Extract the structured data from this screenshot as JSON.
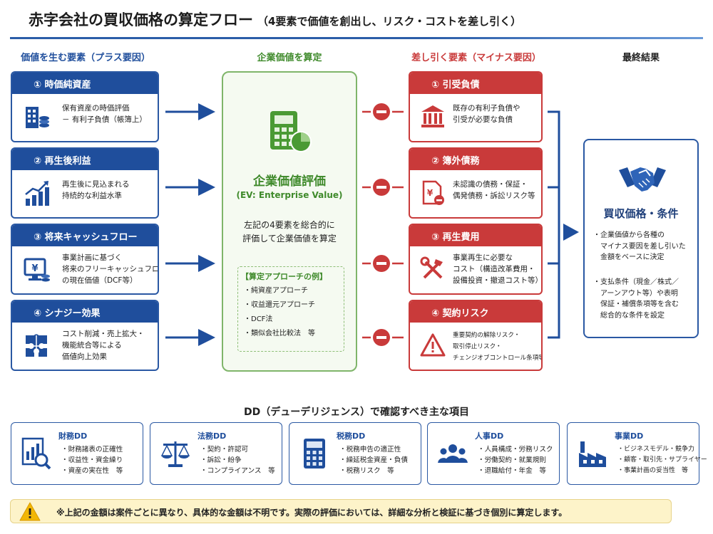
{
  "title": "赤字会社の買収価格の算定フロー",
  "subtitle": "（4要素で価値を創出し、リスク・コストを差し引く）",
  "columns": {
    "plus": "価値を生む要素（プラス要因）",
    "center": "企業価値を算定",
    "minus": "差し引く要素（マイナス要因）",
    "final": "最終結果"
  },
  "plus_items": [
    {
      "label": "① 時価純資産",
      "lines": [
        "保有資産の時価評価",
        "－ 有利子負債（帳簿上）"
      ]
    },
    {
      "label": "② 再生後利益",
      "lines": [
        "再生後に見込まれる",
        "持続的な利益水準"
      ]
    },
    {
      "label": "③ 将来キャッシュフロー",
      "lines": [
        "事業計画に基づく",
        "将来のフリーキャッシュフロー",
        "の現在価値（DCF等）"
      ]
    },
    {
      "label": "④ シナジー効果",
      "lines": [
        "コスト削減・売上拡大・",
        "機能統合等による",
        "価値向上効果"
      ]
    }
  ],
  "center": {
    "title": "企業価値評価",
    "subtitle": "(EV: Enterprise Value)",
    "desc": [
      "左記の4要素を総合的に",
      "評価して企業価値を算定"
    ],
    "approach_title": "【算定アプローチの例】",
    "approach_items": [
      "・純資産アプローチ",
      "・収益還元アプローチ",
      "・DCF法",
      "・類似会社比較法　等"
    ]
  },
  "minus_items": [
    {
      "label": "① 引受負債",
      "lines": [
        "既存の有利子負債や",
        "引受が必要な負債"
      ]
    },
    {
      "label": "② 簿外債務",
      "lines": [
        "未認識の債務・保証・",
        "偶発債務・訴訟リスク等"
      ]
    },
    {
      "label": "③ 再生費用",
      "lines": [
        "事業再生に必要な",
        "コスト（構造改革費用・",
        "設備投資・撤退コスト等）"
      ]
    },
    {
      "label": "④ 契約リスク",
      "lines": [
        "重要契約の解除リスク・",
        "取引停止リスク・",
        "チェンジオブコントロール条項等"
      ]
    }
  ],
  "final": {
    "title": "買収価格・条件",
    "para1": [
      "・企業価値から各種の",
      "　マイナス要因を差し引いた",
      "　金額をベースに決定"
    ],
    "para2": [
      "・支払条件（現金／株式／",
      "　アーンアウト等）や表明",
      "　保証・補償条項等を含む",
      "　総合的な条件を設定"
    ]
  },
  "dd": {
    "heading": "DD（デューデリジェンス）で確認すべき主な項目",
    "cards": [
      {
        "title": "財務DD",
        "items": [
          "・財務諸表の正確性",
          "・収益性・資金繰り",
          "・資産の実在性　等"
        ]
      },
      {
        "title": "法務DD",
        "items": [
          "・契約・許認可",
          "・訴訟・紛争",
          "・コンプライアンス　等"
        ]
      },
      {
        "title": "税務DD",
        "items": [
          "・税務申告の適正性",
          "・繰延税金資産・負債",
          "・税務リスク　等"
        ]
      },
      {
        "title": "人事DD",
        "items": [
          "・人員構成・労務リスク",
          "・労働契約・就業規則",
          "・退職給付・年金　等"
        ]
      },
      {
        "title": "事業DD",
        "items": [
          "・ビジネスモデル・競争力",
          "・顧客・取引先・サプライヤー",
          "・事業計画の妥当性　等"
        ]
      }
    ]
  },
  "note": "※上記の金額は案件ごとに異なり、具体的な金額は不明です。実際の評価においては、詳細な分析と検証に基づき個別に算定します。",
  "colors": {
    "blue": "#1f4e9c",
    "red": "#c93a3a",
    "green": "#3f8a2b",
    "note_bg": "#fdf3c9"
  },
  "icons": {
    "plus": [
      "building-coins-icon",
      "growth-chart-icon",
      "cash-monitor-icon",
      "puzzle-icon"
    ],
    "center": "calculator-chart-icon",
    "minus": [
      "bank-icon",
      "document-yen-icon",
      "tools-icon",
      "warning-icon"
    ],
    "final": "handshake-icon",
    "dd": [
      "report-magnifier-icon",
      "scales-icon",
      "calculator-icon",
      "people-icon",
      "factory-icon"
    ],
    "note": "warning-icon"
  }
}
